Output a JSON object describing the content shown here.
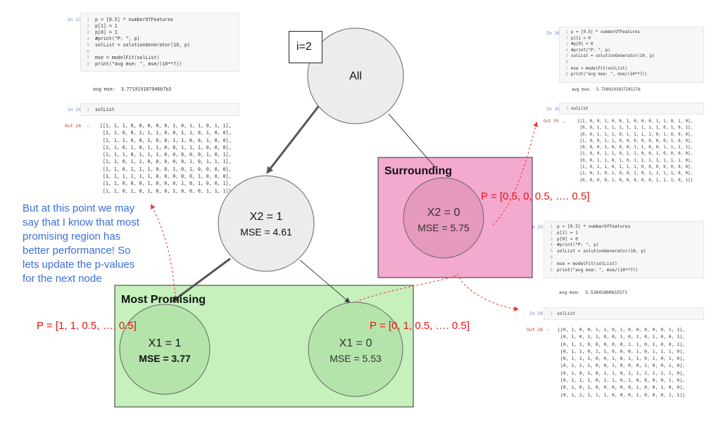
{
  "iteration_label": "i=2",
  "nodes": {
    "root": {
      "label": "All"
    },
    "x2_1": {
      "label": "X2 = 1",
      "mse": "MSE = 4.61"
    },
    "x2_0": {
      "label": "X2 = 0",
      "mse": "MSE = 5.75"
    },
    "x1_1": {
      "label": "X1 = 1",
      "mse": "MSE = 3.77"
    },
    "x1_0": {
      "label": "X1 = 0",
      "mse": "MSE = 5.53"
    }
  },
  "regions": {
    "surrounding": "Surrounding",
    "most_promising": "Most Promising"
  },
  "p_labels": {
    "surrounding": "P = [0.5, 0, 0.5, …. 0.5]",
    "most_promising": "P = [1, 1, 0.5, …. 0.5]",
    "x1_0": "P = [0, 1, 0.5, …. 0.5]"
  },
  "annotation": "But at this point we may say that I know that most promising region has better performance! So lets update the p-values for the next node",
  "notebook_left": {
    "cell1_prompt": "In 23",
    "cell1_code": "p = [0.5] * numberOfFeatures\np[1] = 1\np[0] = 1\n#print(\"P: \", p)\nsolList = solutionGenerator(10, p)\n\nmse = modelFit(solList)\nprint(\"avg mse: \", mse/(10**7))",
    "cell1_lines": "1\n2\n3\n4\n5\n6\n7\n8",
    "cell1_output": "avg mse:  3.771919187946b7b3",
    "cell2_prompt": "In 24",
    "cell2_code": "solList",
    "out_prompt": "Out 24",
    "out_rows": "[[1, 1, 1, 0, 0, 0, 0, 0, 1, 0, 1, 1, 0, 1, 1],\n [1, 1, 0, 0, 1, 1, 1, 0, 0, 1, 1, 0, 1, 0, 0],\n [1, 1, 1, 0, 0, 1, 0, 0, 1, 1, 0, 0, 1, 0, 0],\n [1, 1, 0, 1, 0, 1, 1, 0, 0, 1, 1, 1, 0, 0, 0],\n [1, 1, 1, 0, 1, 1, 1, 0, 0, 0, 0, 0, 1, 0, 1],\n [1, 1, 0, 1, 1, 0, 0, 0, 0, 0, 1, 0, 1, 1, 1],\n [1, 1, 0, 1, 1, 1, 0, 0, 1, 0, 1, 0, 0, 0, 0],\n [1, 1, 1, 1, 1, 1, 0, 0, 0, 0, 0, 1, 0, 0, 0],\n [1, 1, 0, 0, 0, 1, 0, 0, 0, 1, 0, 1, 0, 0, 1],\n [1, 1, 0, 1, 0, 1, 0, 0, 1, 0, 0, 0, 1, 1, 1]]"
  },
  "notebook_top_right": {
    "cell1_prompt": "In 38",
    "cell1_code": "p = [0.5] * numberOfFeatures\np[1] = 0\n#p[0] = 0\n#print(\"P: \", p)\nsolList = solutionGenerator(10, p)\n\nmse = modelFit(solList)\nprint(\"avg mse: \", mse/(10**7))",
    "cell1_lines": "1\n2\n3\n4\n5\n6\n7\n8",
    "cell1_output": "avg mse:  5.750919102729127b",
    "cell2_prompt": "In 39",
    "cell2_code": "solList",
    "out_prompt": "Out 39",
    "out_rows": "[[1, 0, 0, 1, 0, 0, 1, 0, 0, 0, 1, 1, 0, 1, 0],\n [0, 0, 1, 1, 1, 1, 1, 1, 1, 1, 1, 0, 1, 0, 1],\n [0, 0, 1, 1, 1, 0, 1, 1, 1, 1, 0, 1, 0, 0, 0],\n [1, 0, 0, 1, 1, 0, 0, 0, 0, 0, 0, 0, 1, 0, 0],\n [0, 0, 0, 1, 0, 0, 0, 1, 1, 0, 0, 1, 1, 1, 1],\n [1, 0, 0, 1, 1, 0, 1, 1, 0, 0, 1, 0, 0, 0, 0],\n [0, 0, 1, 1, 0, 1, 0, 1, 1, 1, 1, 1, 1, 1, 0],\n [1, 0, 1, 1, 0, 1, 1, 1, 0, 0, 0, 0, 0, 0, 0],\n [1, 0, 1, 0, 1, 0, 0, 1, 0, 1, 1, 1, 1, 0, 0],\n [0, 0, 0, 0, 1, 0, 0, 0, 0, 0, 1, 1, 1, 0, 1]]"
  },
  "notebook_bottom_right": {
    "cell1_prompt": "In 25",
    "cell1_code": "p = [0.5] * numberOfFeatures\np[1] = 1\np[0] = 0\n#print(\"P: \", p)\nsolList = solutionGenerator(10, p)\n\nmse = modelFit(solList)\nprint(\"avg mse: \", mse/(10**7))",
    "cell1_lines": "1\n2\n3\n4\n5\n6\n7\n8",
    "cell1_output": "avg mse:  5.53845800632571",
    "cell2_prompt": "In 26",
    "cell2_code": "solList",
    "out_prompt": "Out 26",
    "out_rows": "[[0, 1, 0, 0, 1, 1, 0, 1, 0, 0, 0, 0, 0, 1, 1],\n [0, 1, 0, 1, 1, 0, 0, 1, 0, 1, 0, 1, 0, 0, 1],\n [0, 1, 1, 0, 0, 0, 0, 0, 1, 1, 0, 1, 0, 0, 1],\n [0, 1, 1, 0, 1, 1, 0, 0, 0, 1, 0, 1, 1, 1, 0],\n [0, 1, 1, 1, 0, 0, 1, 0, 1, 1, 0, 1, 0, 1, 0],\n [0, 1, 1, 1, 0, 0, 1, 0, 0, 0, 1, 0, 0, 1, 0],\n [0, 1, 0, 1, 0, 1, 1, 0, 1, 1, 1, 1, 1, 1, 0],\n [0, 1, 1, 1, 0, 1, 1, 0, 1, 0, 0, 0, 0, 1, 0],\n [0, 1, 0, 1, 0, 0, 0, 0, 0, 1, 0, 0, 1, 0, 0],\n [0, 1, 1, 1, 1, 1, 0, 0, 0, 1, 0, 0, 0, 1, 1]]"
  },
  "colors": {
    "node_fill": "#ececec",
    "surrounding_fill": "#f4a9cf",
    "most_promising_fill": "#c6f0bc",
    "red_text": "#ee1111",
    "annotation_text": "#3b6fd6"
  }
}
